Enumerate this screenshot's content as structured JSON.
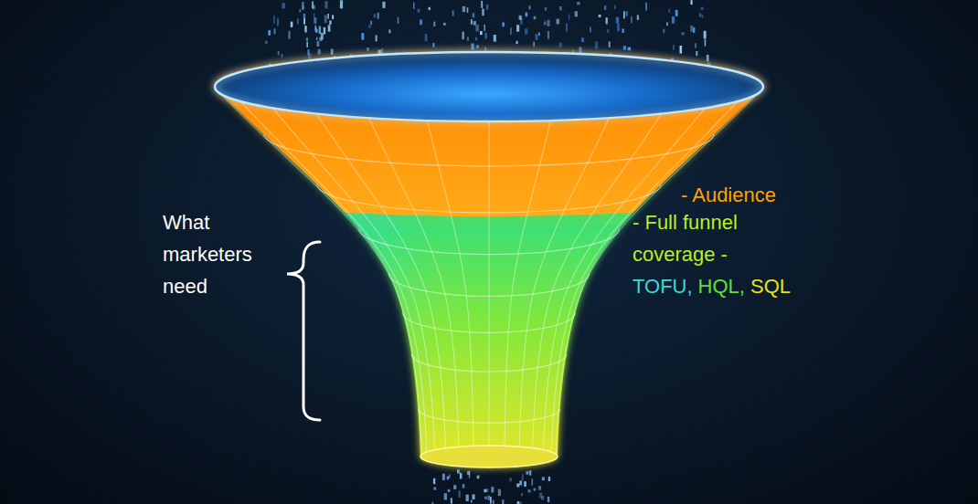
{
  "diagram": {
    "labels": [
      "- Audience",
      "What marketers need",
      "- Full funnel coverage -",
      "TOFU,",
      "HQL,",
      "SQL"
    ]
  }
}
